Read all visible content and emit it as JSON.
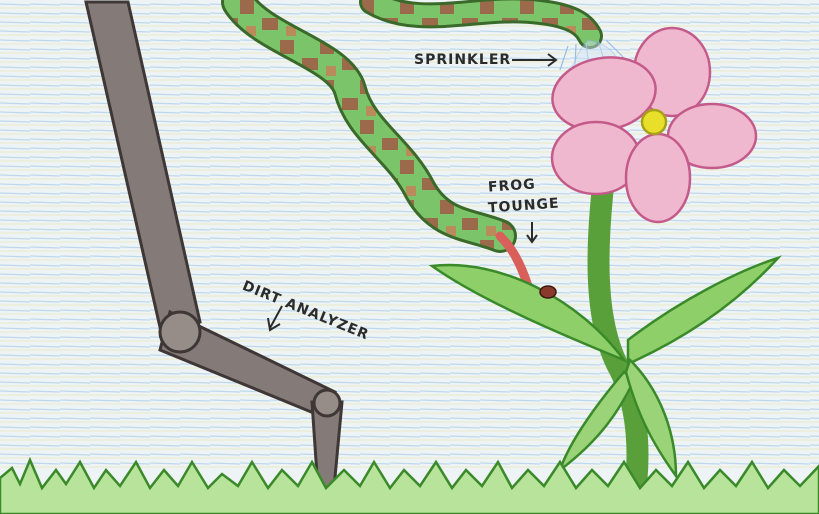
{
  "labels": {
    "sprinkler": "SPRINKLER",
    "frog_tongue_line1": "FROG",
    "frog_tongue_line2": "TOUNGE",
    "dirt_analyzer": "DIRT ANALYZER"
  },
  "colors": {
    "paper": "#eef3f6",
    "sky_lines": "#b9d6ea",
    "pencil_lines": "#e7e7b0",
    "robot_arm": "#7f7572",
    "robot_arm_dark": "#3e3735",
    "hose_green": "#7cc46a",
    "hose_brown": "#9a6a4a",
    "petal_pink": "#f0b8cf",
    "petal_outline": "#c45a8a",
    "flower_center": "#e8df2a",
    "leaf_green": "#8fcf6a",
    "leaf_dark": "#3a8a2a",
    "grass_green": "#7cc46a",
    "water_blue": "#8fb8e8",
    "tongue_red": "#d9605a",
    "ladybug": "#8a3a2a"
  }
}
